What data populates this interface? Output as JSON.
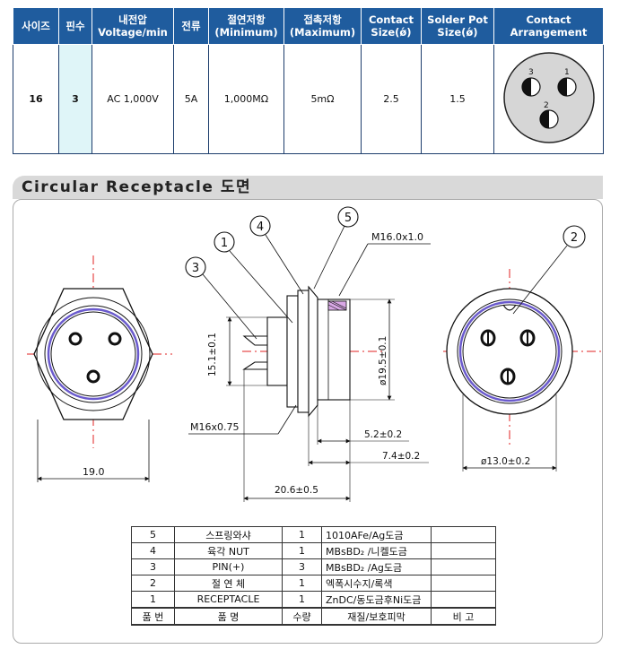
{
  "spec_table": {
    "headers": [
      [
        "사이즈",
        ""
      ],
      [
        "핀수",
        ""
      ],
      [
        "내전압",
        "Voltage/min"
      ],
      [
        "전류",
        ""
      ],
      [
        "절연저항",
        "(Minimum)"
      ],
      [
        "접촉저항",
        "(Maximum)"
      ],
      [
        "Contact",
        "Size(ǿ)"
      ],
      [
        "Solder Pot",
        "Size(ǿ)"
      ],
      [
        "Contact",
        "Arrangement"
      ]
    ],
    "row": [
      "16",
      "3",
      "AC 1,000V",
      "5A",
      "1,000MΩ",
      "5mΩ",
      "2.5",
      "1.5"
    ],
    "arrangement_pins": [
      "3",
      "1",
      "2"
    ]
  },
  "section_title": "Circular Receptacle 도면",
  "drawing": {
    "callouts": [
      "1",
      "2",
      "3",
      "4",
      "5"
    ],
    "dimensions": {
      "thread_side": "M16.0x1.0",
      "thread_body": "M16x0.75",
      "flat_width": "15.1±0.1",
      "body_dia": "ø19.5±0.1",
      "len_a": "5.2±0.2",
      "len_b": "7.4±0.2",
      "len_total": "20.6±0.5",
      "hex_width": "19.0",
      "face_dia": "ø13.0±0.2"
    }
  },
  "bom": {
    "rows": [
      [
        "5",
        "스프링와샤",
        "1",
        "1010AFe/Ag도금",
        ""
      ],
      [
        "4",
        "육각 NUT",
        "1",
        "MBsBD₂ /니켈도금",
        ""
      ],
      [
        "3",
        "PIN(+)",
        "3",
        "MBsBD₂ /Ag도금",
        ""
      ],
      [
        "2",
        "절 연 체",
        "1",
        "엑폭시수지/록색",
        ""
      ],
      [
        "1",
        "RECEPTACLE",
        "1",
        "ZnDC/동도금후Ni도금",
        ""
      ]
    ],
    "header": [
      "품 번",
      "품 명",
      "수량",
      "재질/보호피막",
      "비 고"
    ]
  }
}
